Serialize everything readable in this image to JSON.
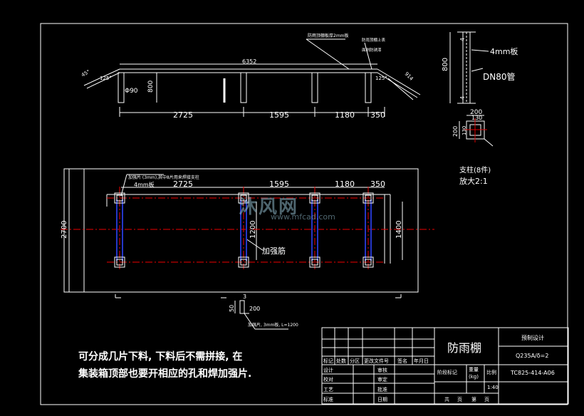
{
  "top_view": {
    "overall_width": "6352",
    "callout_right_1": "防雨顶棚板厚2mm板",
    "callout_right_2": "防雨顶棚上表",
    "callout_right_3": "面刷防锈漆",
    "angle_left": "45°",
    "angle_left_2": "125°",
    "angle_right": "125°",
    "dim_right_slope": "914",
    "pipe_dia": "Φ90",
    "post_height": "800",
    "segments": [
      "2725",
      "1595",
      "1180",
      "350"
    ]
  },
  "detail": {
    "plate_label": "4mm板",
    "pipe_label": "DN80管",
    "height": "800",
    "small_dim_top": "4",
    "small_dim_bottom": "4",
    "base_w": "200",
    "base_inner": "130",
    "base_h": "200",
    "base_h_inner": "130",
    "caption_1": "支柱(8件)",
    "caption_2": "放大2:1"
  },
  "plan_view": {
    "callout_1": "加强片 (3mm),其中8片用来焊接支柱",
    "thickness": "4mm板",
    "segments": [
      "2725",
      "1595",
      "1180",
      "350"
    ],
    "inner_h": "1200",
    "overall_h": "2700",
    "right_h": "1400",
    "rib_label": "加强筋"
  },
  "stiffener": {
    "dim_t": "3",
    "dim_h": "50",
    "dim_w": "200",
    "callout": "加强片, 3mm板, L=1200"
  },
  "notes": [
    "可分成几片下料, 下料后不需拼接, 在",
    "集装箱顶部也要开相应的孔和焊加强片."
  ],
  "title_block": {
    "title": "防雨棚",
    "company": "预制设计",
    "material": "Q235A/δ=2",
    "drawing_no": "TC825-414-A06",
    "header_cells": [
      "标记",
      "处数",
      "分区",
      "更改文件号",
      "签名",
      "年月日"
    ],
    "row_labels": [
      "设计",
      "校对",
      "工艺",
      "标准"
    ],
    "sign_labels": [
      "审核",
      "审定",
      "批准",
      "日期"
    ],
    "stage_label": "阶段标记",
    "weight_label_1": "重量",
    "weight_label_2": "(kg)",
    "scale_label": "比例",
    "scale_value": "1:40",
    "sheet_total": "共",
    "sheet_page": "页",
    "sheet_no": "第",
    "sheet_page_2": "页"
  },
  "watermark": {
    "brand": "沐风网",
    "url": "www.mfcad.com"
  }
}
